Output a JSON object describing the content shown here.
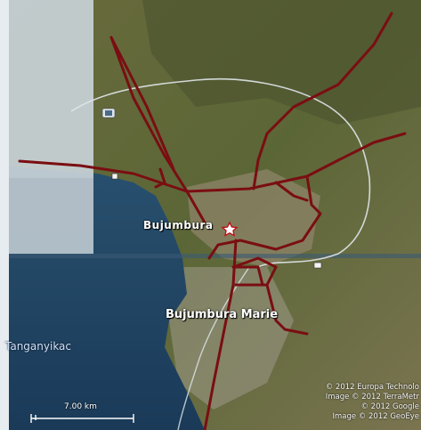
{
  "map": {
    "labels": {
      "city": "Bujumbura",
      "province": "Bujumbura Marie",
      "lake": "Tanganyikac"
    },
    "scale": {
      "label": "7.00 km"
    },
    "attribution": [
      "© 2012 Europa Technolo",
      "Image © 2012 TerraMetr",
      "© 2012 Google",
      "Image © 2012 GeoEye"
    ],
    "colors": {
      "road": "#7a0e12",
      "boundary": "#dfe6ea",
      "water": "#1e3f5e",
      "land": "#5f6a3a"
    },
    "icons": [
      "star-icon",
      "road-shield-icon",
      "marker-icon"
    ]
  }
}
